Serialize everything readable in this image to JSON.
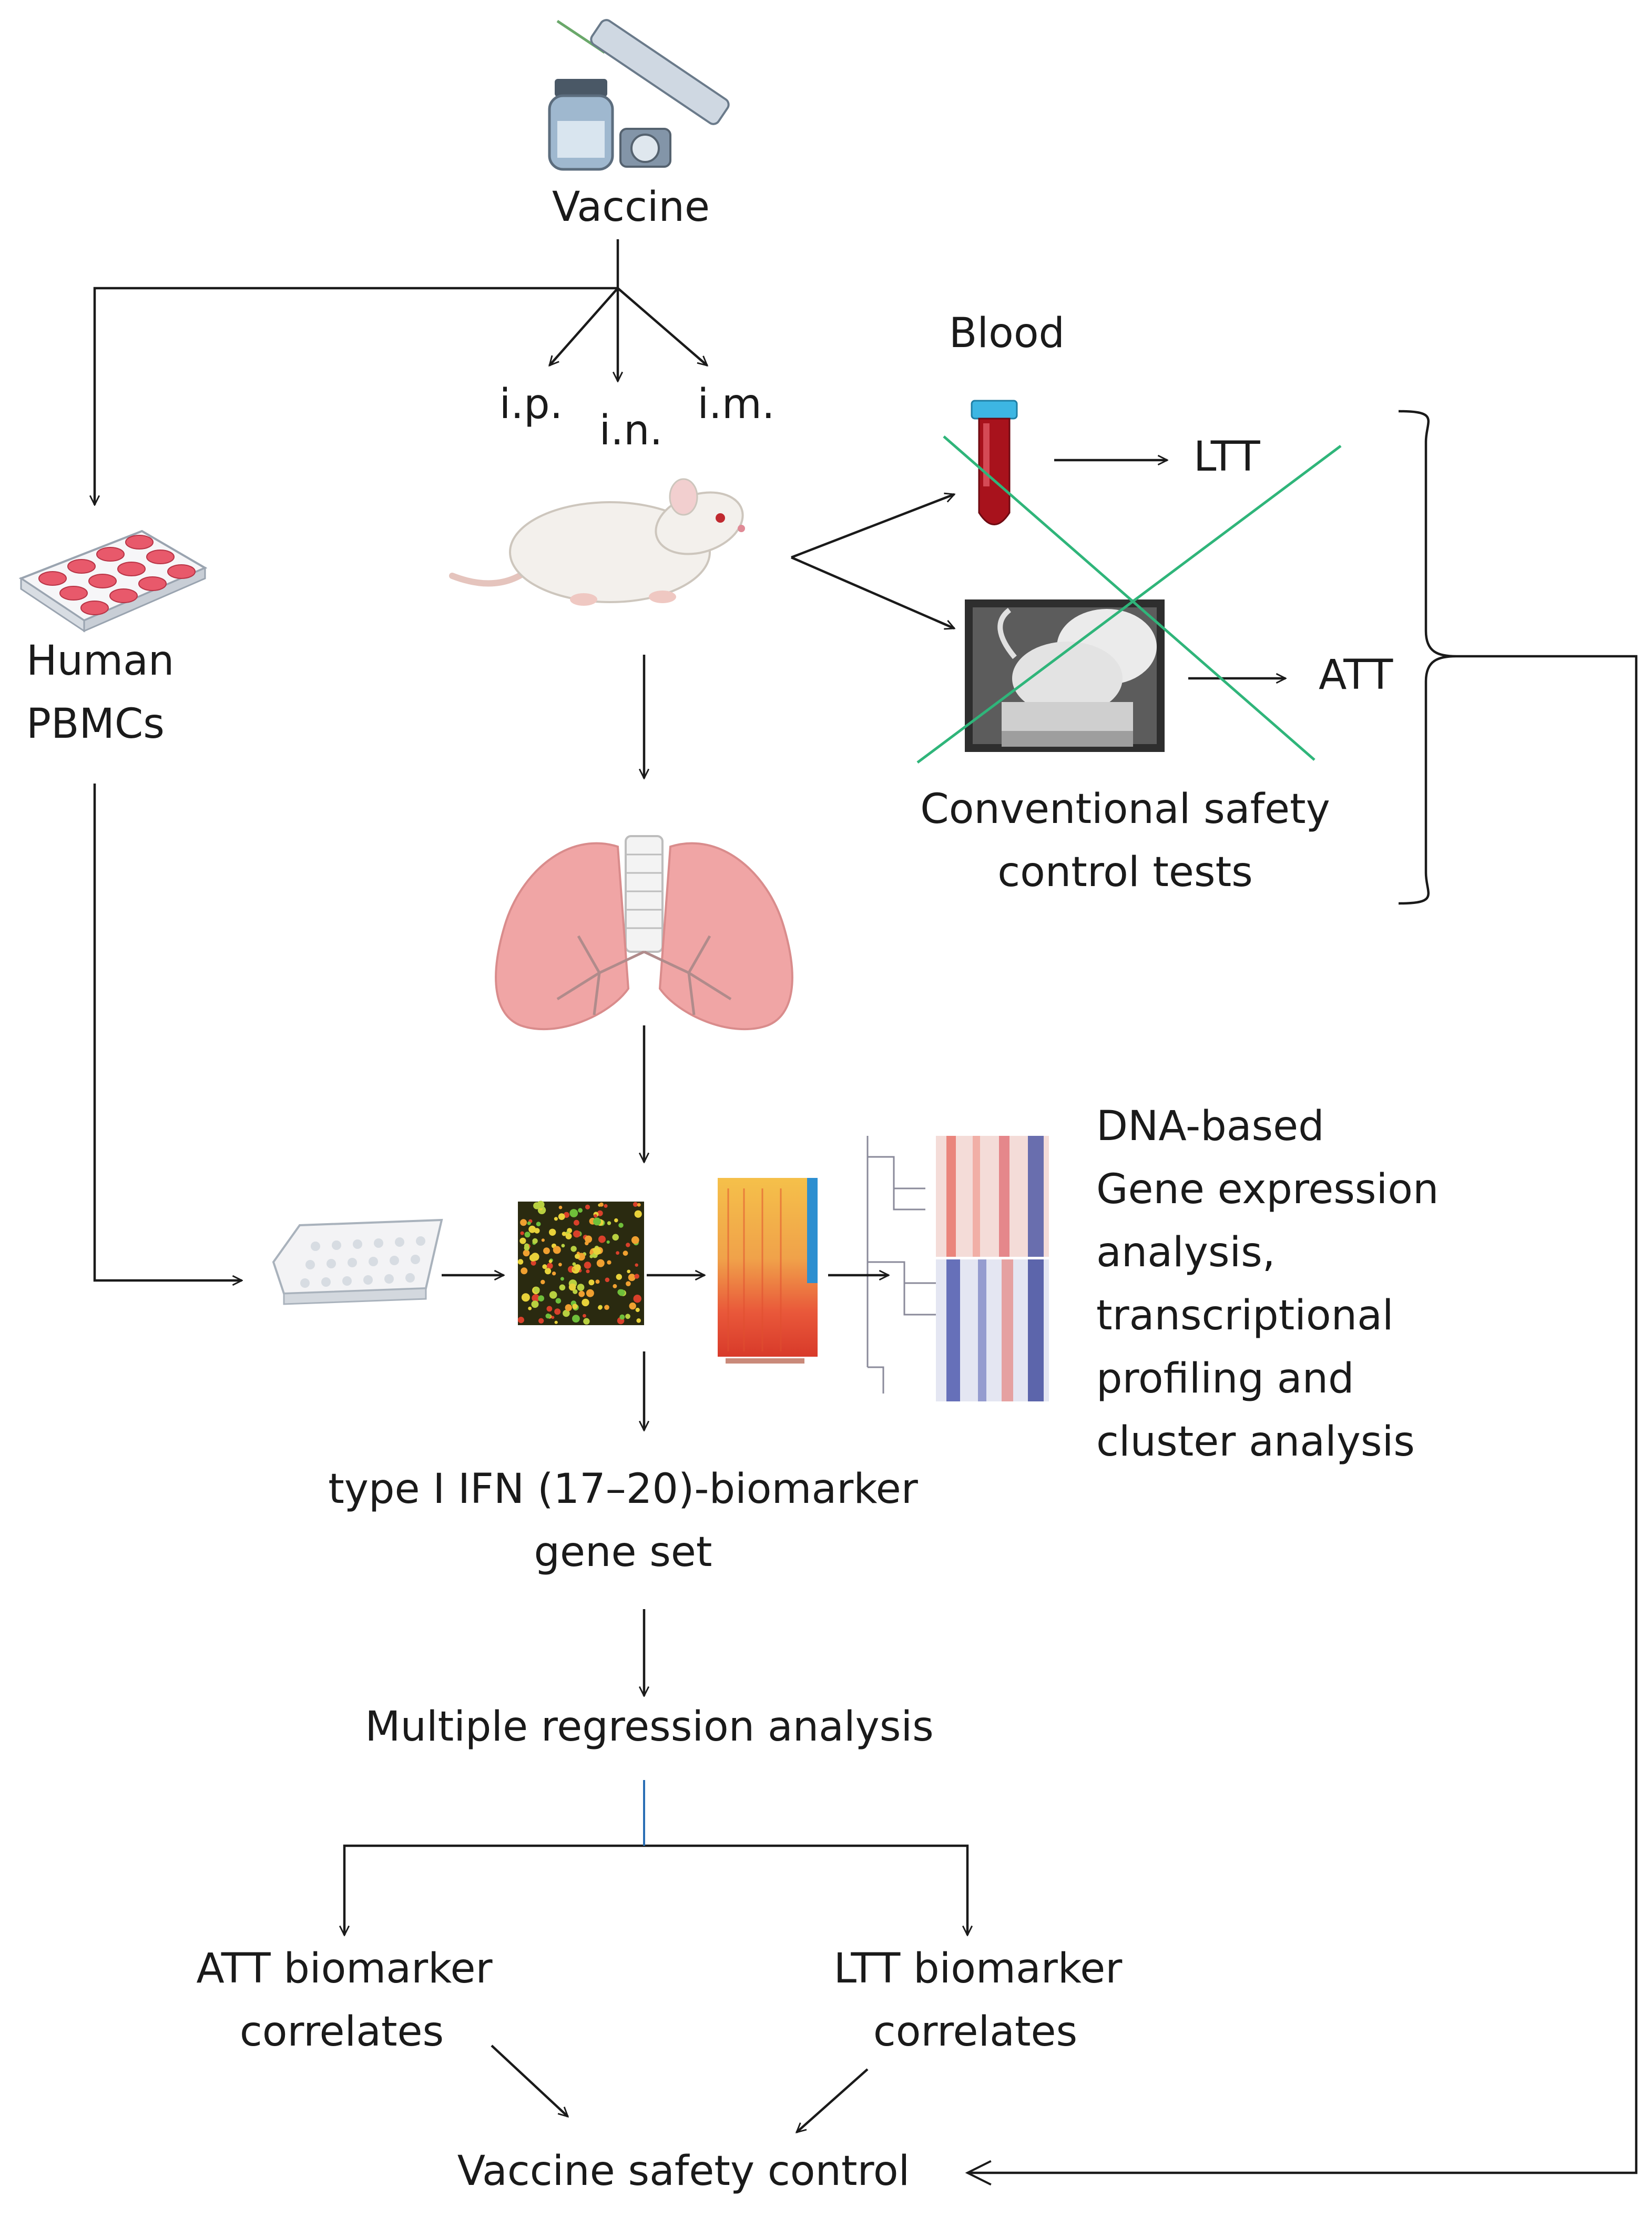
{
  "labels": {
    "vaccine": "Vaccine",
    "route_ip": "i.p.",
    "route_in": "i.n.",
    "route_im": "i.m.",
    "blood": "Blood",
    "ltt": "LTT",
    "att": "ATT",
    "human": "Human",
    "pbmcs": "PBMCs",
    "conv_line1": "Conventional safety",
    "conv_line2": "control tests",
    "dna_line1": "DNA-based",
    "dna_line2": "Gene expression",
    "dna_line3": "analysis,",
    "dna_line4": "transcriptional",
    "dna_line5": "profiling and",
    "dna_line6": "cluster analysis",
    "ifn_line1": "type I IFN (17–20)-biomarker",
    "ifn_line2": "gene set",
    "regression": "Multiple regression analysis",
    "att_bio_line1": "ATT biomarker",
    "att_bio_line2": "correlates",
    "ltt_bio_line1": "LTT biomarker",
    "ltt_bio_line2": "correlates",
    "safety": "Vaccine safety control"
  },
  "icons": {
    "vaccine": "vaccine-vial-syringe-icon",
    "rat": "rat-icon",
    "blood_tube": "blood-tube-icon",
    "att_photo": "att-test-photo",
    "well_plate": "cell-culture-plate-icon",
    "lungs": "lungs-icon",
    "microarray_chip": "microarray-chip-icon",
    "microarray_scan": "microarray-scan-icon",
    "expression_heatmap": "expression-heatmap-icon",
    "cluster_heatmap": "cluster-dendrogram-heatmap-icon"
  },
  "colors": {
    "arrow": "#1a1a1a",
    "cross_out": "#2fb57a",
    "regression_link": "#2b6fb5",
    "lungs": "#f0a5a5",
    "blood": "#a8121c",
    "plate_wells": "#e8596b"
  }
}
